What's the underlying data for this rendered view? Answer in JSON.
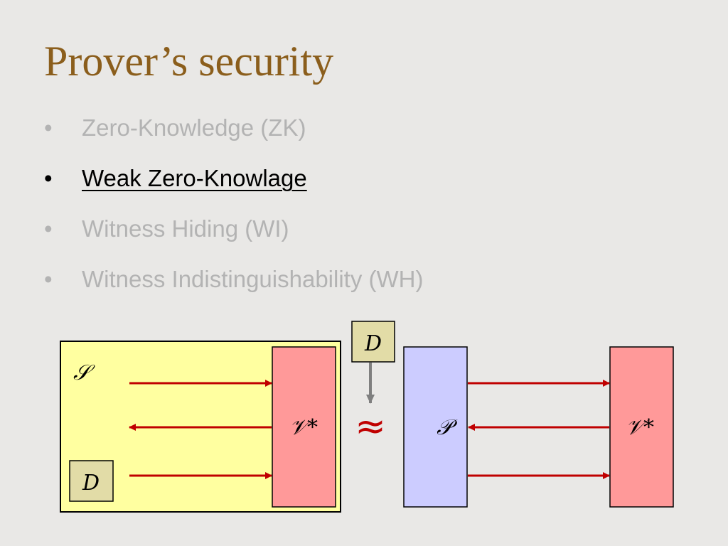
{
  "title": "Prover’s security",
  "bullets": [
    {
      "marker": "•",
      "text": "Zero-Knowledge (ZK)",
      "active": false
    },
    {
      "marker": "•",
      "text": "Weak Zero-Knowlage",
      "active": true
    },
    {
      "marker": "•",
      "text": "Witness Hiding (WI)",
      "active": false
    },
    {
      "marker": "•",
      "text": "Witness Indistinguishability (WH)",
      "active": false
    }
  ],
  "diagram": {
    "simulator_label": "𝒮",
    "distinguisher_label": "D",
    "verifier_label": "𝒱*",
    "prover_label": "𝒫",
    "approx_symbol": "≈",
    "colors": {
      "simulator_fill": "#ffffa0",
      "verifier_fill": "#ff9999",
      "prover_fill": "#ccccff",
      "distinguisher_fill": "#e2dca7",
      "arrow": "#c00000",
      "distinguisher_arrow": "#7f7f7f",
      "approx": "#c00000",
      "title": "#8b5e1c"
    }
  }
}
